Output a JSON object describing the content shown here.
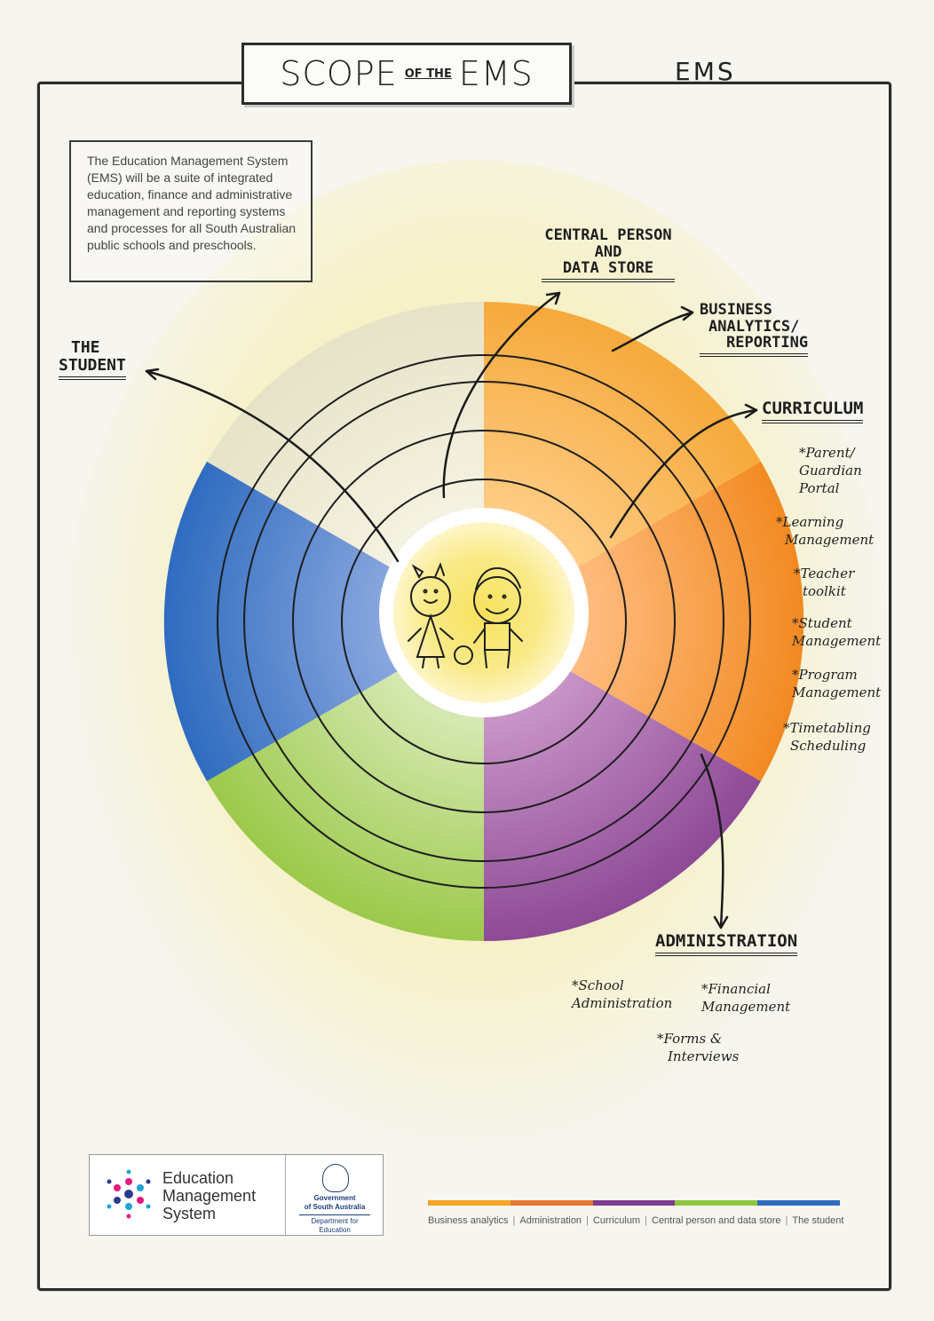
{
  "header": {
    "title_left": "SCOPE",
    "title_mid": "OF THE",
    "title_right": "EMS",
    "tag": "EMS"
  },
  "intro": "The Education Management System (EMS) will be a suite of integrated education, finance and administrative management and reporting systems and processes for all South Australian public schools and preschools.",
  "labels": {
    "central_person": [
      "CENTRAL PERSON",
      "AND",
      "DATA STORE"
    ],
    "business_analytics": [
      "BUSINESS",
      "ANALYTICS/",
      "REPORTING"
    ],
    "curriculum": "CURRICULUM",
    "the_student": [
      "THE",
      "STUDENT"
    ],
    "administration": "ADMINISTRATION"
  },
  "curriculum_items": [
    [
      "*Parent/",
      "Guardian",
      "Portal"
    ],
    [
      "*Learning",
      "Management"
    ],
    [
      "*Teacher",
      "toolkit"
    ],
    [
      "*Student",
      "Management"
    ],
    [
      "*Program",
      "Management"
    ],
    [
      "*Timetabling",
      "Scheduling"
    ]
  ],
  "administration_items": [
    [
      "*School",
      "Administration"
    ],
    [
      "*Financial",
      "Management"
    ],
    [
      "*Forms &",
      "Interviews"
    ]
  ],
  "colors": {
    "central": "#ece8d2",
    "business": "#f6a93b",
    "curriculum": "#f28a22",
    "administration": "#8e4a96",
    "green": "#9cc94a",
    "blue": "#2f6cc0"
  },
  "logo": {
    "ems_lines": [
      "Education",
      "Management",
      "System"
    ],
    "gov_lines": [
      "Government",
      "of South Australia"
    ],
    "gov_dept": "Department for Education"
  },
  "footer": {
    "bar_colors": [
      "#f5a623",
      "#e8762c",
      "#7d3c8e",
      "#8cc63f",
      "#2f6cc0"
    ],
    "links": [
      "Business analytics",
      "Administration",
      "Curriculum",
      "Central person and data store",
      "The student"
    ]
  }
}
